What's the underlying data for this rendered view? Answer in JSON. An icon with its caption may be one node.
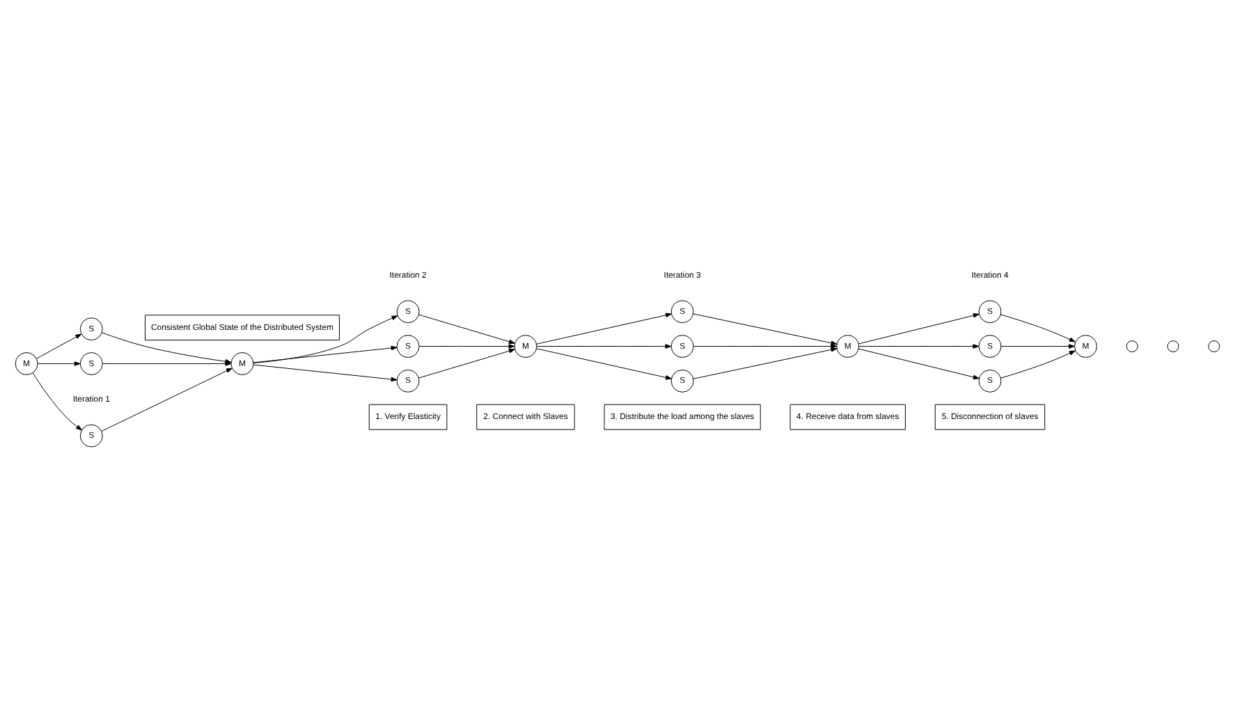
{
  "diagram": {
    "nodes": [
      {
        "text": [
          "Consistent Global State of the Distributed System"
        ]
      },
      {
        "text": [
          "M"
        ]
      },
      {
        "text": [
          "S"
        ]
      },
      {
        "text": [
          "S"
        ]
      },
      {
        "text": [
          "S"
        ]
      },
      {
        "text": [
          "M"
        ]
      },
      {
        "text": [
          "S"
        ]
      },
      {
        "text": [
          "S"
        ]
      },
      {
        "text": [
          "S"
        ]
      },
      {
        "text": [
          "M"
        ]
      },
      {
        "text": [
          "S"
        ]
      },
      {
        "text": [
          "S"
        ]
      },
      {
        "text": [
          "S"
        ]
      },
      {
        "text": [
          "M"
        ]
      },
      {
        "text": [
          "S"
        ]
      },
      {
        "text": [
          "S"
        ]
      },
      {
        "text": [
          "S"
        ]
      },
      {
        "text": [
          "M"
        ]
      },
      {
        "text": [],
        "shape": "circle"
      },
      {
        "text": [],
        "shape": "circle"
      },
      {
        "text": [],
        "shape": "circle"
      },
      {
        "text": [
          "1. Verify Elasticity"
        ]
      },
      {
        "text": [
          "2. Connect with Slaves"
        ]
      },
      {
        "text": [
          "3. Distribute the load among the slaves"
        ]
      },
      {
        "text": [
          "4. Receive data from slaves"
        ]
      },
      {
        "text": [
          "5. Disconnection of slaves"
        ]
      }
    ],
    "edges": [
      {
        "from": 1,
        "to": 2,
        "arrow": "to"
      },
      {
        "from": 1,
        "to": 3,
        "arrow": "to"
      },
      {
        "from": 1,
        "to": 4,
        "arrow": "to"
      },
      {
        "from": 2,
        "to": 5,
        "arrow": "to"
      },
      {
        "from": 3,
        "to": 5,
        "arrow": "to"
      },
      {
        "from": 4,
        "to": 5,
        "arrow": "to"
      },
      {
        "from": 5,
        "to": 6,
        "arrow": "to"
      },
      {
        "from": 5,
        "to": 7,
        "arrow": "to"
      },
      {
        "from": 5,
        "to": 8,
        "arrow": "to"
      },
      {
        "from": 6,
        "to": 9,
        "arrow": "to"
      },
      {
        "from": 7,
        "to": 9,
        "arrow": "to"
      },
      {
        "from": 8,
        "to": 9,
        "arrow": "to"
      },
      {
        "from": 9,
        "to": 10,
        "arrow": "to"
      },
      {
        "from": 9,
        "to": 11,
        "arrow": "to"
      },
      {
        "from": 9,
        "to": 12,
        "arrow": "to"
      },
      {
        "from": 10,
        "to": 13,
        "arrow": "to"
      },
      {
        "from": 11,
        "to": 13,
        "arrow": "to"
      },
      {
        "from": 12,
        "to": 13,
        "arrow": "to"
      },
      {
        "from": 13,
        "to": 14,
        "arrow": "to"
      },
      {
        "from": 13,
        "to": 15,
        "arrow": "to"
      },
      {
        "from": 13,
        "to": 16,
        "arrow": "to"
      },
      {
        "from": 14,
        "to": 17,
        "arrow": "to"
      },
      {
        "from": 15,
        "to": 17,
        "arrow": "to"
      },
      {
        "from": 16,
        "to": 17,
        "arrow": "to"
      }
    ],
    "labels": [
      "Iteration 1",
      "Iteration 2",
      "Iteration 3",
      "Iteration 4"
    ]
  }
}
